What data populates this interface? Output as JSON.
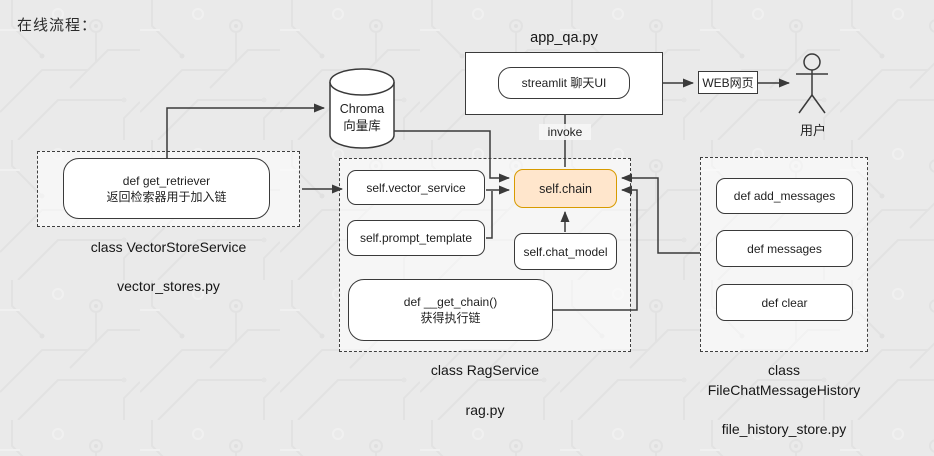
{
  "page": {
    "title": "在线流程："
  },
  "colors": {
    "background": "#EAEAEA",
    "line": "#3A3A3A",
    "accent_fill": "#FFE6CC",
    "accent_stroke": "#D79B00"
  },
  "icons": {
    "user_figure": "stick-person-icon",
    "chroma_store": "database-cylinder-icon"
  },
  "nodes": {
    "chroma": {
      "line1": "Chroma",
      "line2": "向量库"
    },
    "app_qa": {
      "title": "app_qa.py",
      "streamlit_label": "streamlit 聊天UI"
    },
    "web": {
      "label": "WEB网页"
    },
    "user": {
      "label": "用户"
    },
    "vector_store_service": {
      "method_line1": "def get_retriever",
      "method_line2": "返回检索器用于加入链",
      "class_label": "class VectorStoreService",
      "file_label": "vector_stores.py"
    },
    "rag_service": {
      "vector_service": "self.vector_service",
      "prompt_template": "self.prompt_template",
      "chain": "self.chain",
      "chat_model": "self.chat_model",
      "get_chain_line1": "def __get_chain()",
      "get_chain_line2": "获得执行链",
      "class_label": "class RagService",
      "file_label": "rag.py"
    },
    "file_history": {
      "add_messages": "def add_messages",
      "messages": "def messages",
      "clear": "def clear",
      "class_line1": "class",
      "class_line2": "FileChatMessageHistory",
      "file_label": "file_history_store.py"
    }
  },
  "edges": {
    "invoke_label": "invoke"
  }
}
